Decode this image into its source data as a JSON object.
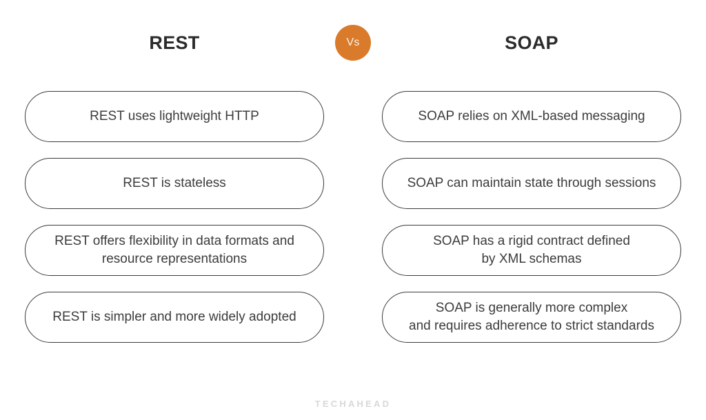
{
  "header": {
    "left_title": "REST",
    "right_title": "SOAP",
    "vs_label": "Vs",
    "vs_color": "#d97b2b",
    "vs_text_color": "#fdf4e8",
    "title_color": "#2b2b2b"
  },
  "comparison": {
    "pill_border_color": "#3a3a3a",
    "pill_text_color": "#3c3c3c",
    "rows": [
      {
        "left": "REST uses lightweight HTTP",
        "right": "SOAP relies on XML-based messaging"
      },
      {
        "left": "REST is stateless",
        "right": "SOAP can maintain state through sessions"
      },
      {
        "left": "REST offers flexibility in data formats and\nresource representations",
        "right": "SOAP has a rigid contract defined\nby XML schemas"
      },
      {
        "left": "REST is simpler and more widely adopted",
        "right": "SOAP is generally more complex\nand requires adherence to strict standards"
      }
    ]
  },
  "footer": {
    "watermark": "TECHAHEAD",
    "watermark_color": "#d8d8d8"
  }
}
